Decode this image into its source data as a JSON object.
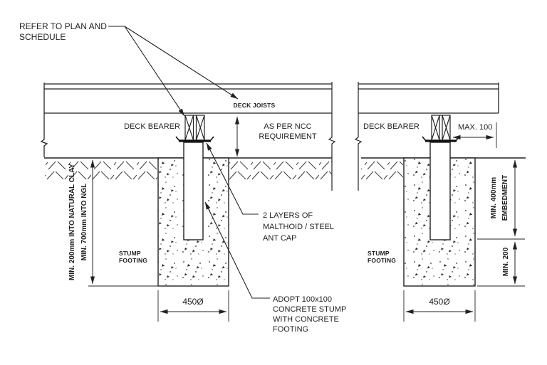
{
  "drawing": {
    "colors": {
      "ink": "#222222",
      "paper": "#ffffff"
    },
    "note_refer": {
      "line1": "REFER TO PLAN AND",
      "line2": "SCHEDULE"
    },
    "deck_joists_label": "DECK JOISTS",
    "left_detail": {
      "deck_bearer_label": "DECK BEARER",
      "clearance_note": {
        "line1": "AS PER NCC",
        "line2": "REQUIREMENT"
      },
      "depth_outer_label": "MIN. 200mm INTO NATURAL CLAY",
      "depth_inner_label": "MIN. 700mm INTO NGL",
      "stump_footing_label": {
        "line1": "STUMP",
        "line2": "FOOTING"
      },
      "footing_diameter": "450Ø"
    },
    "callout_ant_cap": {
      "line1": "2 LAYERS OF",
      "line2": "MALTHOID / STEEL",
      "line3": "ANT CAP"
    },
    "callout_stump": {
      "line1": "ADOPT 100x100",
      "line2": "CONCRETE STUMP",
      "line3": "WITH CONCRETE",
      "line4": "FOOTING"
    },
    "right_detail": {
      "deck_bearer_label": "DECK BEARER",
      "overhang_dim": "MAX. 100",
      "embedment_dim": {
        "line1": "MIN. 400mm",
        "line2": "EMBEDMENT"
      },
      "clay_depth_dim": "MIN. 200",
      "stump_footing_label": {
        "line1": "STUMP",
        "line2": "FOOTING"
      },
      "footing_diameter": "450Ø"
    }
  }
}
